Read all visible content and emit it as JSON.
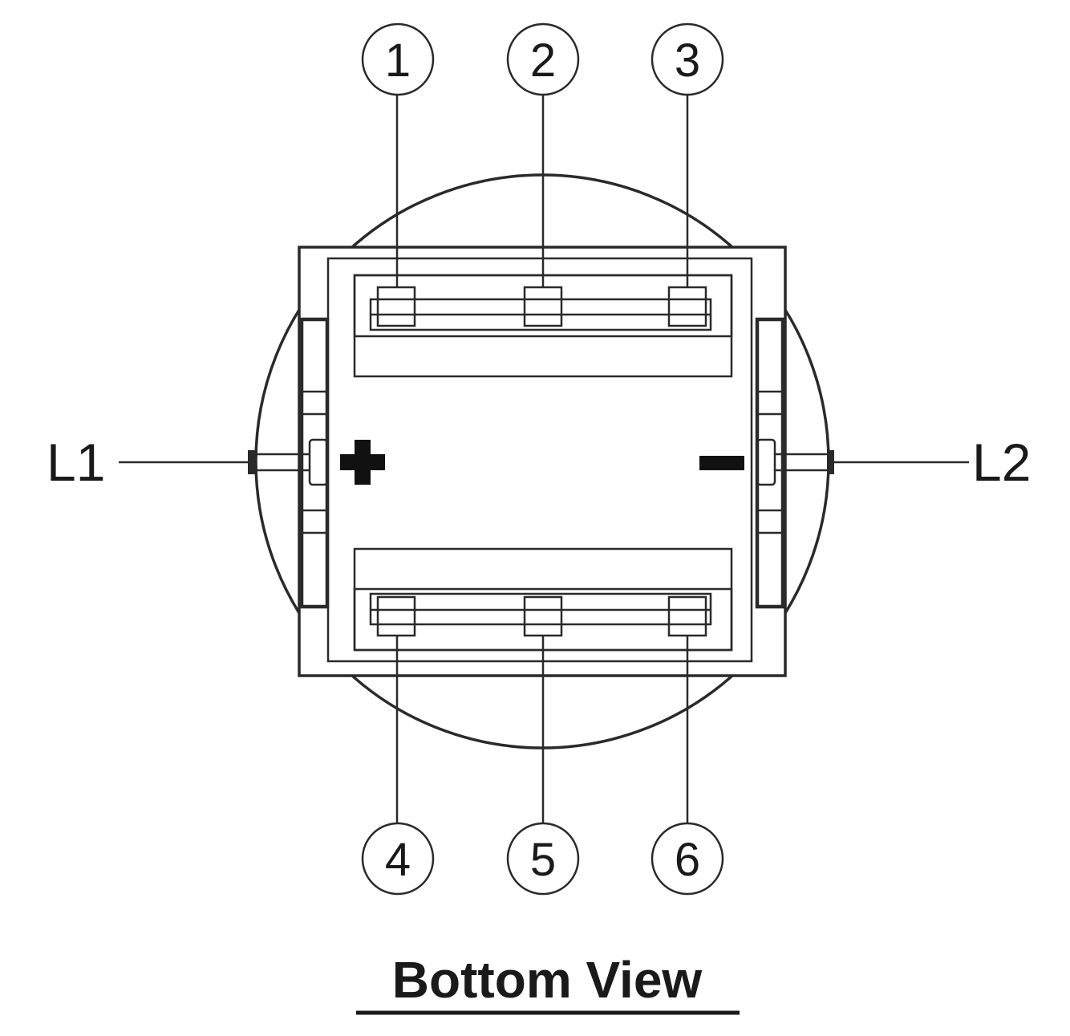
{
  "pins": {
    "p1": "1",
    "p2": "2",
    "p3": "3",
    "p4": "4",
    "p5": "5",
    "p6": "6"
  },
  "leads": {
    "left": "L1",
    "right": "L2"
  },
  "polarity": {
    "positive": "+",
    "negative": "−"
  },
  "caption": "Bottom View"
}
